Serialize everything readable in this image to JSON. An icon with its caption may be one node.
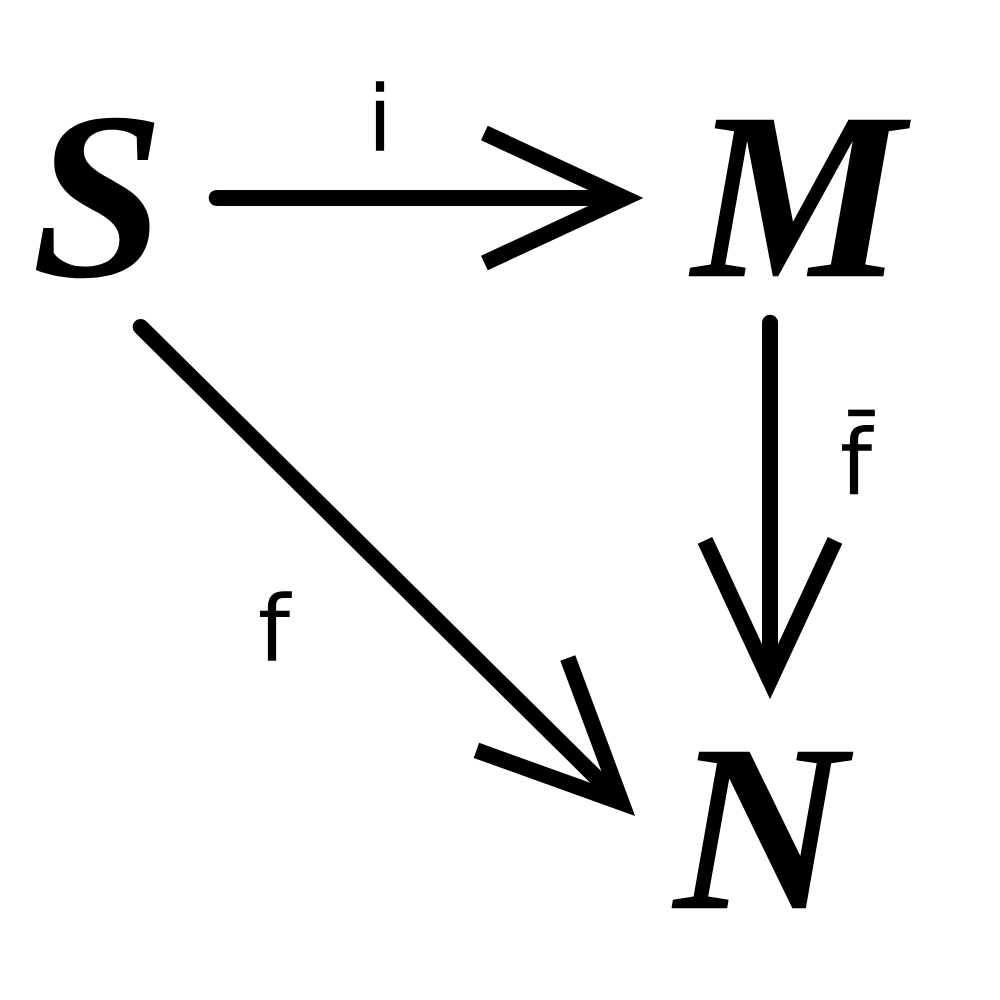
{
  "diagram": {
    "nodes": [
      {
        "text": [
          "S"
        ]
      },
      {
        "text": [
          "M"
        ]
      },
      {
        "text": [
          "N"
        ]
      }
    ],
    "edges": [
      {
        "from": 0,
        "to": 1,
        "arrow": "to",
        "label": "i"
      },
      {
        "from": 1,
        "to": 2,
        "arrow": "to",
        "label": "f̄"
      },
      {
        "from": 0,
        "to": 2,
        "arrow": "to",
        "label": "f"
      }
    ]
  }
}
